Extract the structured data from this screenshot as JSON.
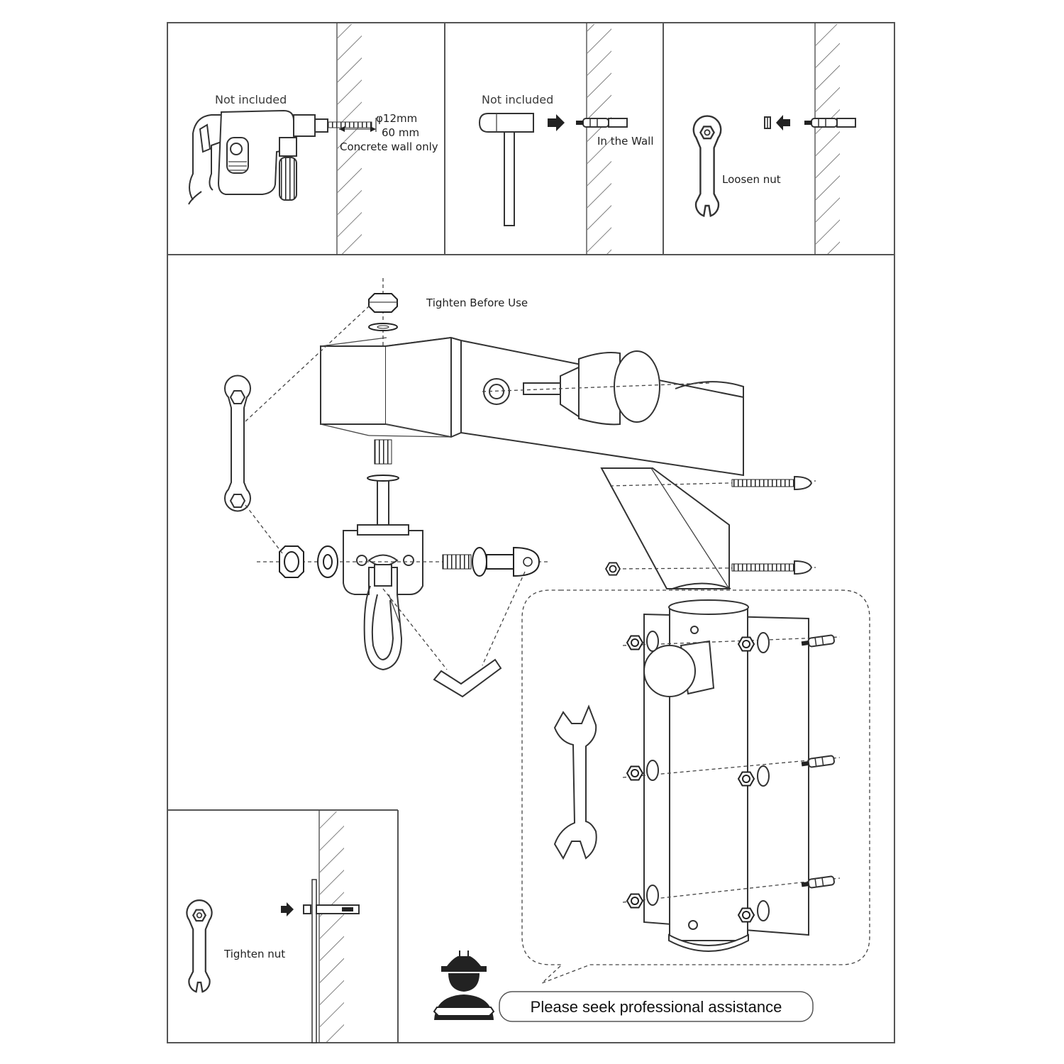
{
  "steps": {
    "drill": {
      "not_included": "Not included",
      "diameter": "φ12mm",
      "depth": "60 mm",
      "wall_note": "Concrete wall only"
    },
    "hammer": {
      "not_included": "Not included",
      "in_wall": "In the Wall"
    },
    "loosen": {
      "label": "Loosen nut"
    },
    "tighten": {
      "label": "Tighten nut"
    }
  },
  "main": {
    "tighten_before_use": "Tighten Before Use"
  },
  "notice": {
    "text": "Please seek professional assistance"
  },
  "colors": {
    "line": "#333333",
    "frame": "#555555",
    "fill_dark": "#222222",
    "background": "#ffffff"
  },
  "icons": [
    "drill-icon",
    "hammer-icon",
    "wrench-icon",
    "hex-key-icon",
    "worker-icon",
    "arrow-right-icon",
    "arrow-left-icon"
  ]
}
